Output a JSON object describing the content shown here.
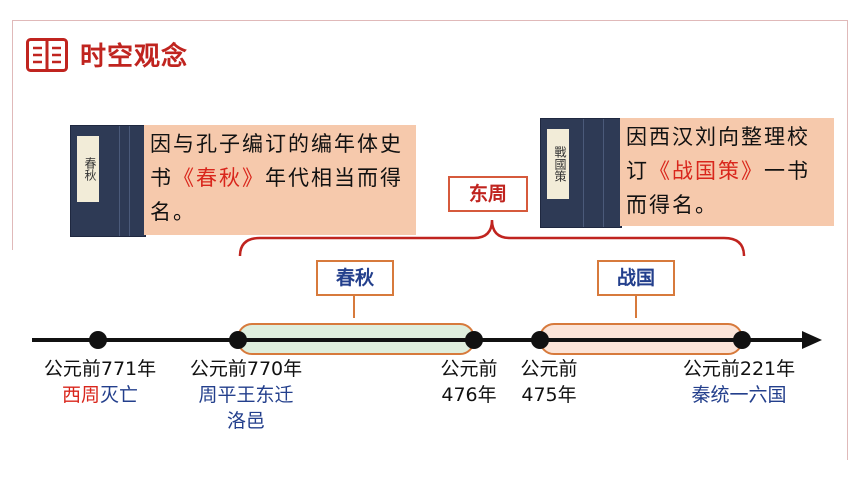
{
  "header": {
    "title": "时空观念",
    "icon": "open-book-icon",
    "accent": "#c0241f"
  },
  "notes": {
    "chunqiu": {
      "book_label": "春秋",
      "pre": "因与孔子编订的编年体史书",
      "title": "《春秋》",
      "post": "年代相当而得名。"
    },
    "zhanguo": {
      "book_label": "戰國策",
      "pre": "因西汉刘向整理校订",
      "title": "《战国策》",
      "post": "一书而得名。"
    }
  },
  "periods": {
    "dongzhou": "东周",
    "chunqiu": "春秋",
    "zhanguo": "战国"
  },
  "timeline": {
    "e771": {
      "year": "公元前771年",
      "event_a": "西周",
      "event_b": "灭亡"
    },
    "e770": {
      "year": "公元前770年",
      "event_line1": "周平王东迁",
      "event_line2": "洛邑"
    },
    "e476": {
      "line1": "公元前",
      "line2": "476年"
    },
    "e475": {
      "line1": "公元前",
      "line2": "475年"
    },
    "e221": {
      "year": "公元前221年",
      "event": "秦统一六国"
    }
  },
  "colors": {
    "chunqiu_fill": "#dfeedd",
    "zhanguo_fill": "#fbe4d8",
    "brace": "#c0241f",
    "note_bg": "#f6c9ac"
  }
}
